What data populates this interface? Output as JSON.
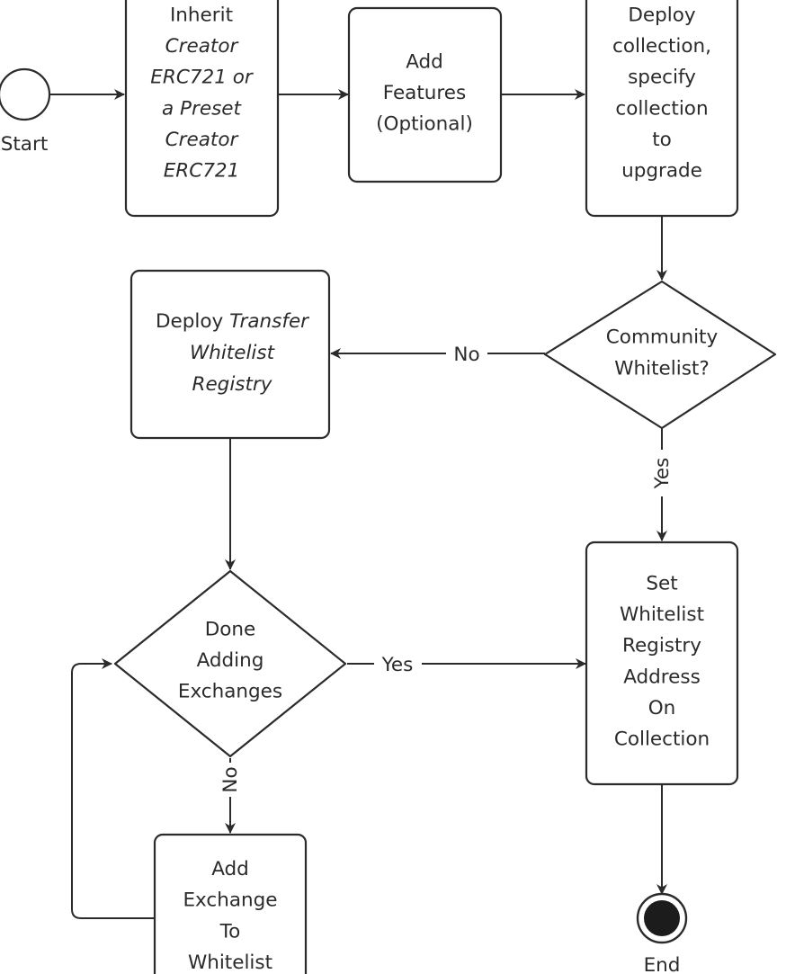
{
  "start": {
    "label": "Start"
  },
  "end": {
    "label": "End"
  },
  "nodes": {
    "inherit": {
      "lines": [
        [
          {
            "t": "Inherit"
          }
        ],
        [
          {
            "t": "Creator",
            "i": true
          }
        ],
        [
          {
            "t": "ERC721 or",
            "i": true
          }
        ],
        [
          {
            "t": "a Preset",
            "i": true
          }
        ],
        [
          {
            "t": "Creator",
            "i": true
          }
        ],
        [
          {
            "t": "ERC721",
            "i": true
          }
        ]
      ]
    },
    "add_features": {
      "lines": [
        [
          {
            "t": "Add"
          }
        ],
        [
          {
            "t": "Features"
          }
        ],
        [
          {
            "t": "(Optional)"
          }
        ]
      ]
    },
    "deploy_collection": {
      "lines": [
        [
          {
            "t": "Deploy"
          }
        ],
        [
          {
            "t": "collection,"
          }
        ],
        [
          {
            "t": "specify"
          }
        ],
        [
          {
            "t": "collection"
          }
        ],
        [
          {
            "t": "to"
          }
        ],
        [
          {
            "t": "upgrade"
          }
        ]
      ]
    },
    "community_whitelist": {
      "lines": [
        [
          {
            "t": "Community"
          }
        ],
        [
          {
            "t": "Whitelist?"
          }
        ]
      ]
    },
    "deploy_registry": {
      "lines": [
        [
          {
            "t": "Deploy "
          },
          {
            "t": "Transfer",
            "i": true
          }
        ],
        [
          {
            "t": "Whitelist",
            "i": true
          }
        ],
        [
          {
            "t": "Registry",
            "i": true
          }
        ]
      ]
    },
    "done_adding": {
      "lines": [
        [
          {
            "t": "Done"
          }
        ],
        [
          {
            "t": "Adding"
          }
        ],
        [
          {
            "t": "Exchanges"
          }
        ]
      ]
    },
    "set_whitelist": {
      "lines": [
        [
          {
            "t": "Set"
          }
        ],
        [
          {
            "t": "Whitelist"
          }
        ],
        [
          {
            "t": "Registry"
          }
        ],
        [
          {
            "t": "Address"
          }
        ],
        [
          {
            "t": "On"
          }
        ],
        [
          {
            "t": "Collection"
          }
        ]
      ]
    },
    "add_exchange": {
      "lines": [
        [
          {
            "t": "Add"
          }
        ],
        [
          {
            "t": "Exchange"
          }
        ],
        [
          {
            "t": "To"
          }
        ],
        [
          {
            "t": "Whitelist"
          }
        ]
      ]
    }
  },
  "edge_labels": {
    "community_no": "No",
    "community_yes": "Yes",
    "done_yes": "Yes",
    "done_no": "No"
  }
}
